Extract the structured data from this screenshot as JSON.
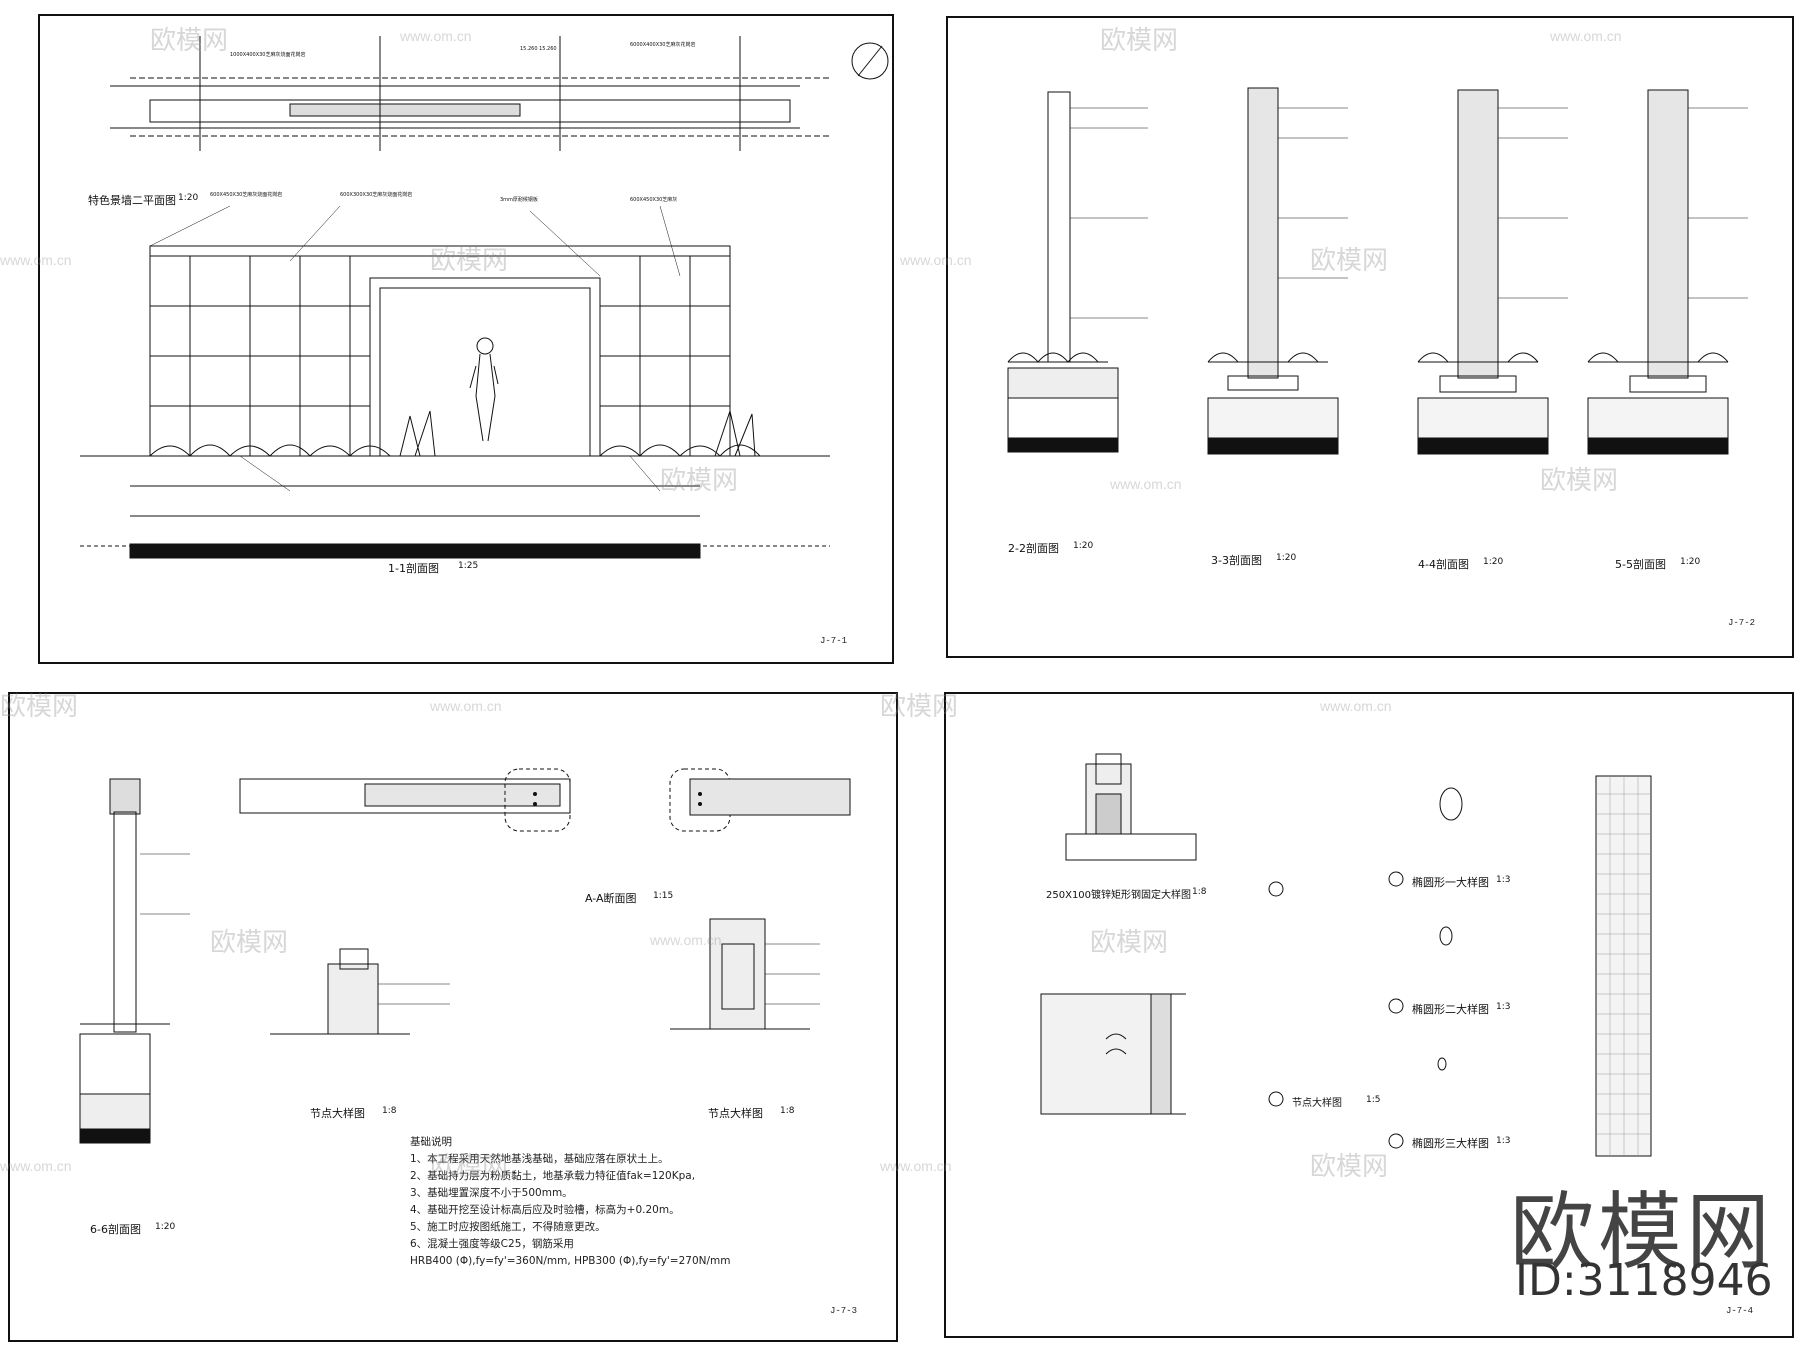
{
  "sheets": [
    {
      "number": "J-7-1",
      "titles": [
        "特色景墙二平面图",
        "1:20",
        "1-1剖面图",
        "1:25"
      ]
    },
    {
      "number": "J-7-2",
      "titles": [
        "2-2剖面图",
        "1:20",
        "3-3剖面图",
        "1:20",
        "4-4剖面图",
        "1:20",
        "5-5剖面图",
        "1:20"
      ]
    },
    {
      "number": "J-7-3",
      "titles": [
        "A-A断面图",
        "1:15",
        "节点大样图",
        "1:8",
        "节点大样图",
        "1:8",
        "6-6剖面图",
        "1:20"
      ],
      "notes_heading": "基础说明",
      "notes": [
        "1、本工程采用天然地基浅基础，基础应落在原状土上。",
        "2、基础持力层为粉质黏土，地基承载力特征值fak=120Kpa,",
        "3、基础埋置深度不小于500mm。",
        "4、基础开挖至设计标高后应及时验槽，标高为+0.20m。",
        "5、施工时应按图纸施工，不得随意更改。",
        "6、混凝土强度等级C25，钢筋采用",
        "HRB400 (Φ),fy=fy'=360N/mm, HPB300 (Φ),fy=fy'=270N/mm"
      ]
    },
    {
      "number": "J-7-4",
      "titles": [
        "250X100镀锌矩形钢固定大样图",
        "1:8",
        "椭圆形一大样图",
        "1:3",
        "椭圆形二大样图",
        "1:3",
        "椭圆形三大样图",
        "1:3",
        "节点大样图",
        "1:5"
      ]
    }
  ],
  "watermark": {
    "text": "欧模网",
    "url": "www.om.cn"
  },
  "brand": {
    "name": "欧模网",
    "id": "ID:3118946"
  }
}
